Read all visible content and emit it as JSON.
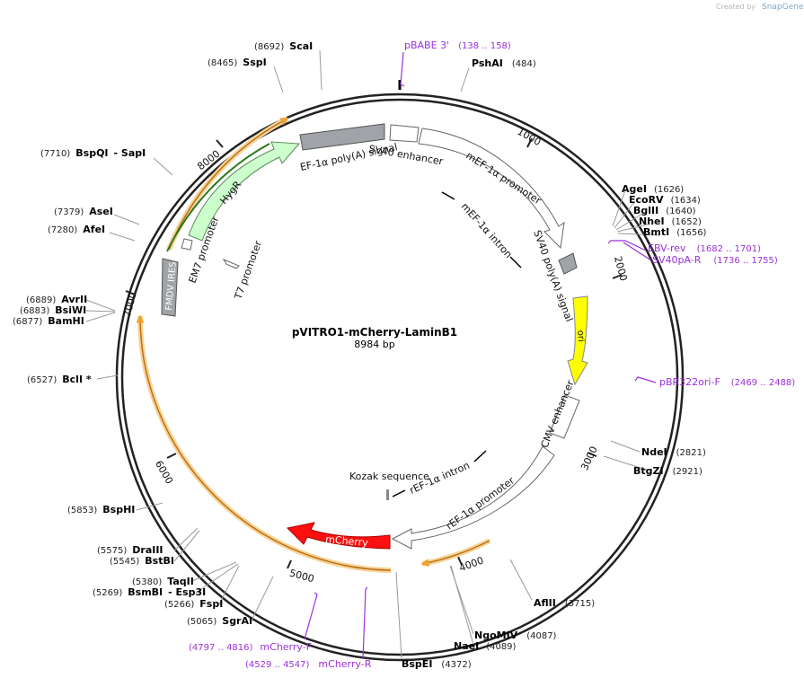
{
  "brand": {
    "created_by": "Created by",
    "name": "SnapGene"
  },
  "plasmid": {
    "name": "pVITRO1-mCherry-LaminB1",
    "length": "8984 bp"
  },
  "ticks": [
    "1000",
    "2000",
    "3000",
    "4000",
    "5000",
    "6000",
    "7000",
    "8000"
  ],
  "features": {
    "sv40_enh": "SV40 enhancer",
    "mef1a_prom": "mEF-1α promoter",
    "mef1a_intron": "mEF-1α intron",
    "sv40pa": "SV40 poly(A) signal",
    "ori": "ori",
    "cmv_enh": "CMV enhancer",
    "ref1a_intron": "rEF-1α intron",
    "kozak": "Kozak sequence",
    "ref1a_prom": "rEF-1α promoter",
    "mcherry": "mCherry",
    "ef1a_pa": "EF-1α poly(A) signal",
    "hygr": "HygR",
    "em7": "EM7 promoter",
    "t7": "T7 promoter",
    "fmdv": "FMDV IRES"
  },
  "enzymes": [
    {
      "name": "ScaI",
      "pos": "(8692)"
    },
    {
      "name": "SspI",
      "pos": "(8465)"
    },
    {
      "name": "PshAI",
      "pos": "(484)"
    },
    {
      "name": "BspQI",
      "pos": "(7710)",
      "extra": "- SapI"
    },
    {
      "name": "AseI",
      "pos": "(7379)"
    },
    {
      "name": "AfeI",
      "pos": "(7280)"
    },
    {
      "name": "AgeI",
      "pos": "(1626)"
    },
    {
      "name": "EcoRV",
      "pos": "(1634)"
    },
    {
      "name": "BglII",
      "pos": "(1640)"
    },
    {
      "name": "NheI",
      "pos": "(1652)"
    },
    {
      "name": "BmtI",
      "pos": "(1656)"
    },
    {
      "name": "AvrII",
      "pos": "(6889)"
    },
    {
      "name": "BsiWI",
      "pos": "(6883)"
    },
    {
      "name": "BamHI",
      "pos": "(6877)"
    },
    {
      "name": "BclI *",
      "pos": "(6527)"
    },
    {
      "name": "NdeI",
      "pos": "(2821)"
    },
    {
      "name": "BtgZI",
      "pos": "(2921)"
    },
    {
      "name": "BspHI",
      "pos": "(5853)"
    },
    {
      "name": "DraIII",
      "pos": "(5575)"
    },
    {
      "name": "BstBI",
      "pos": "(5545)"
    },
    {
      "name": "TaqII",
      "pos": "(5380)"
    },
    {
      "name": "BsmBI",
      "pos": "(5269)",
      "extra": "- Esp3I"
    },
    {
      "name": "FspI",
      "pos": "(5266)"
    },
    {
      "name": "SgrAI",
      "pos": "(5065)"
    },
    {
      "name": "AflII",
      "pos": "(3715)"
    },
    {
      "name": "NgoMIV",
      "pos": "(4087)"
    },
    {
      "name": "NaeI",
      "pos": "(4089)"
    },
    {
      "name": "BspEI",
      "pos": "(4372)"
    }
  ],
  "primers": [
    {
      "name": "pBABE 3'",
      "pos": "(138 .. 158)"
    },
    {
      "name": "EBV-rev",
      "pos": "(1682 .. 1701)"
    },
    {
      "name": "SV40pA-R",
      "pos": "(1736 .. 1755)"
    },
    {
      "name": "pBR322ori-F",
      "pos": "(2469 .. 2488)"
    },
    {
      "name": "mCherry-F",
      "pos": "(4797 .. 4816)"
    },
    {
      "name": "mCherry-R",
      "pos": "(4529 .. 4547)"
    }
  ],
  "colors": {
    "primer": "#9b30d9",
    "ori": "#ffff00",
    "mcherry": "#ff0000",
    "hygr": "#ccffcc",
    "grey_feature": "#a0a4a8",
    "highlight": "#f0a030"
  }
}
